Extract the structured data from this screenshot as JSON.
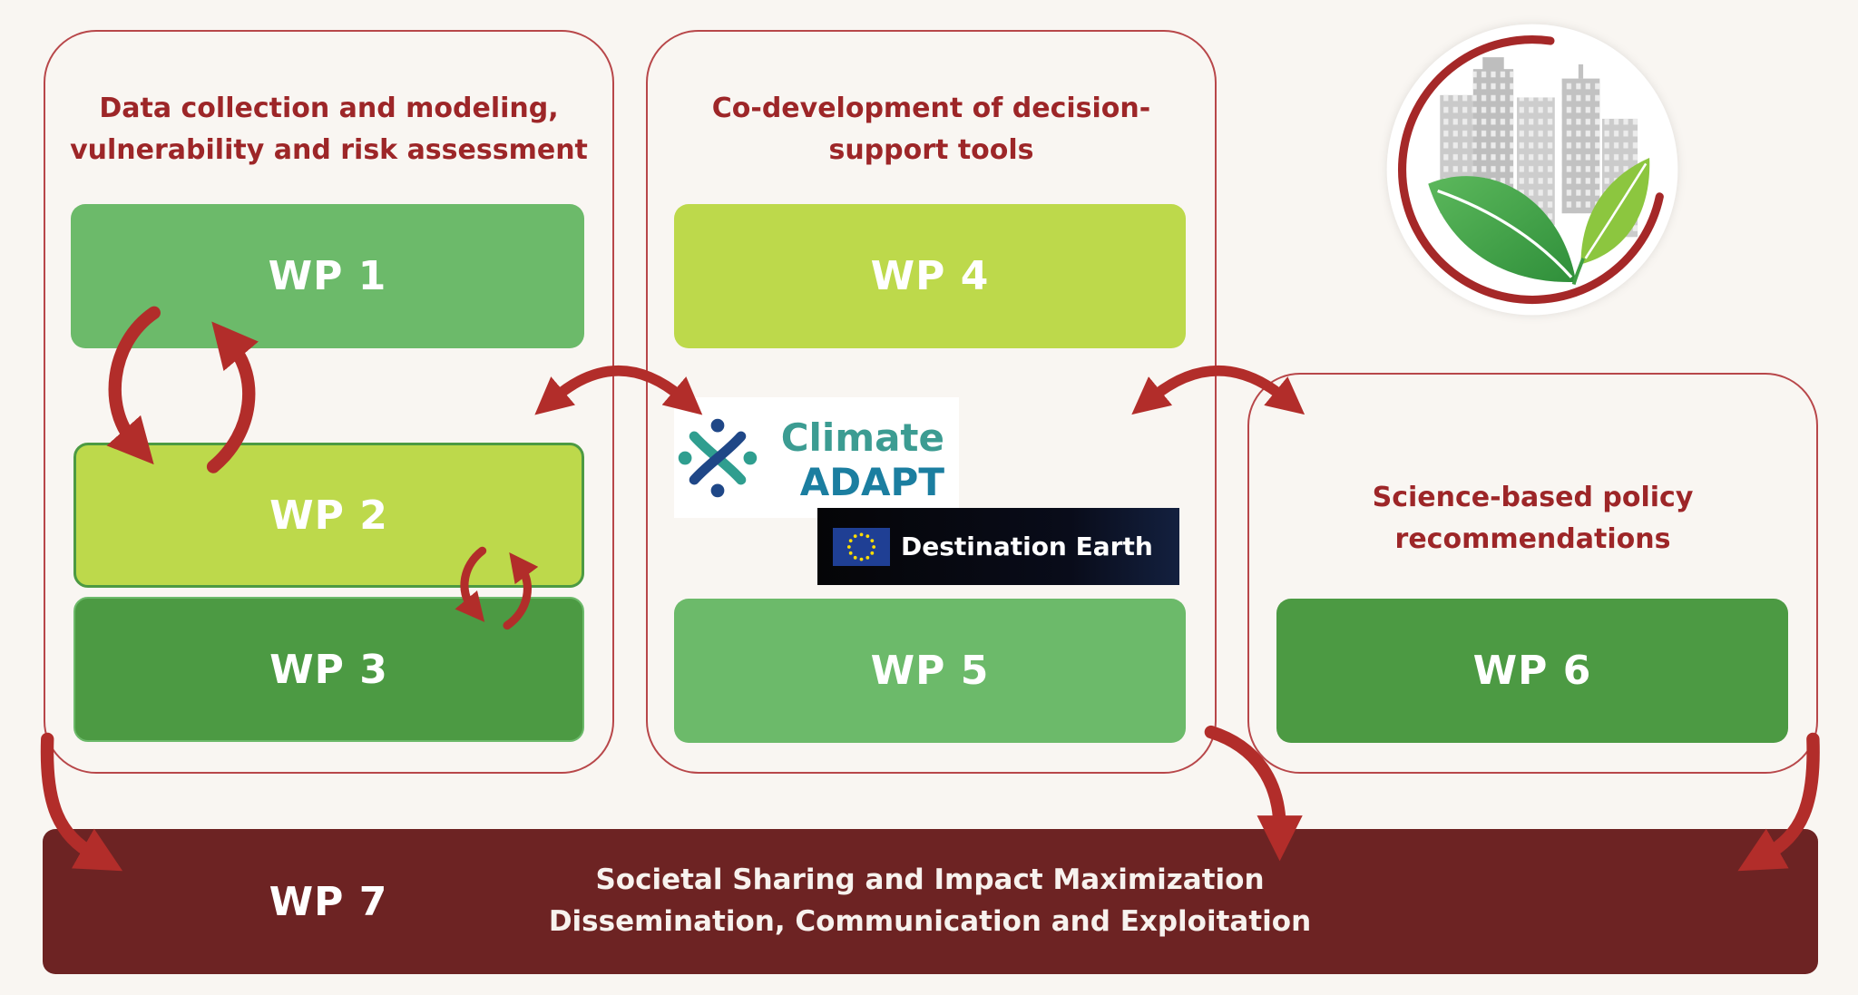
{
  "panels": [
    {
      "title_lines": [
        "Data collection and modeling,",
        "vulnerability and risk assessment"
      ]
    },
    {
      "title_lines": [
        "Co-development of decision-",
        "support tools"
      ]
    },
    {
      "title_lines": [
        "Science-based policy",
        "recommendations"
      ]
    }
  ],
  "work_packages": {
    "wp1": "WP 1",
    "wp2": "WP 2",
    "wp3": "WP 3",
    "wp4": "WP 4",
    "wp5": "WP 5",
    "wp6": "WP 6",
    "wp7": "WP 7"
  },
  "wp7_description": [
    "Societal Sharing and Impact Maximization",
    "Dissemination, Communication and Exploitation"
  ],
  "logos": {
    "climate_adapt": {
      "line1": "Climate",
      "line2": "ADAPT"
    },
    "destination_earth": {
      "text": "Destination Earth"
    }
  },
  "icons": {
    "climate_adapt": "climate-adapt-icon",
    "eu_flag": "eu-flag-icon",
    "project_logo": "city-leaf-logo-icon",
    "connectors": "curved-arrow-icon"
  },
  "colors": {
    "page_background": "#f9f6f2",
    "panel_border": "#b8474a",
    "title_text": "#9d2628",
    "wp_green_medium": "#6cba6a",
    "wp_lime": "#bdd94b",
    "wp_green_dark": "#4c9a43",
    "wp7_background": "#6d2323",
    "arrow": "#b22d2a",
    "climate_teal": "#3c9c92",
    "climate_blue": "#1b7ea0"
  }
}
